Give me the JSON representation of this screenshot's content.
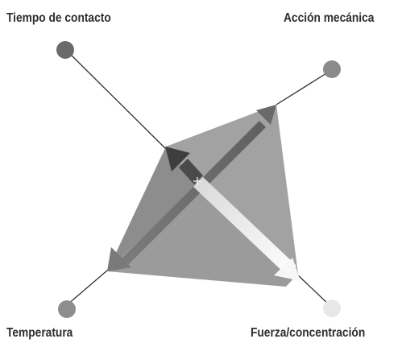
{
  "labels": {
    "top_left": "Tiempo de contacto",
    "top_right": "Acción mecánica",
    "bottom_left": "Temperatura",
    "bottom_right": "Fuerza/concentración"
  },
  "icons": {
    "top_left": "dark-gray-circle-icon",
    "top_right": "gray-circle-icon",
    "bottom_left": "gray-circle-icon",
    "bottom_right": "light-gray-circle-icon"
  },
  "colors": {
    "tetrahedron_face": "#9a9a9a",
    "tetrahedron_face_dark": "#8a8a8a",
    "tetrahedron_face_light": "#a8a8a8",
    "arrow_dark": "#454545",
    "arrow_mid": "#6e6e6e",
    "arrow_light": "#efefef",
    "leader_line": "#333333",
    "circle_top_left": "#6a6a6a",
    "circle_top_right": "#8a8a8a",
    "circle_bottom_left": "#8c8c8c",
    "circle_bottom_right": "#e6e6e6"
  }
}
